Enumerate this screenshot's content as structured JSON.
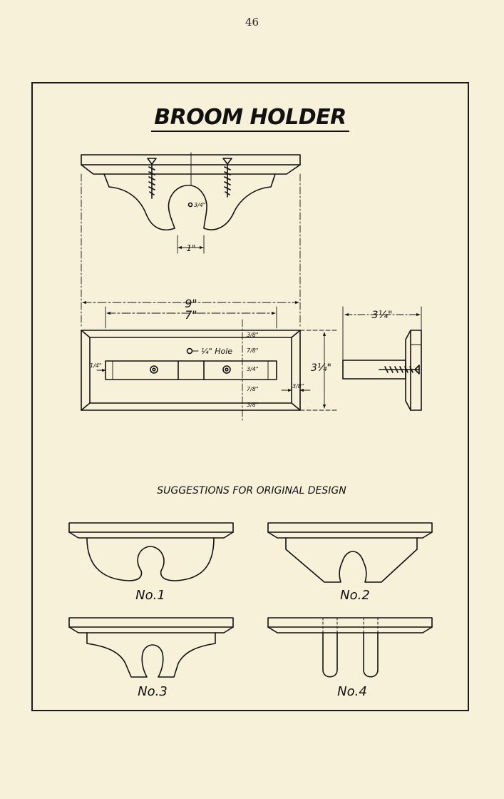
{
  "page": {
    "number": "46"
  },
  "plate": {
    "title": "BROOM HOLDER",
    "subtitle": "SUGGESTIONS FOR ORIGINAL DESIGN"
  },
  "dimensions": {
    "width_overall": "9\"",
    "width_inner": "7\"",
    "depth": "3¼\"",
    "height": "3¼\"",
    "slot_width": "1\"",
    "hole_note": "¼\" Hole",
    "three_eighths": "3/8\"",
    "seven_eighths": "7/8\"",
    "three_quarters": "3/4\"",
    "quarter": "1/4\""
  },
  "designs": [
    {
      "label": "No.1"
    },
    {
      "label": "No.2"
    },
    {
      "label": "No.3"
    },
    {
      "label": "No.4"
    }
  ],
  "colors": {
    "paper": "#f7f1d9",
    "ink": "#111111"
  }
}
